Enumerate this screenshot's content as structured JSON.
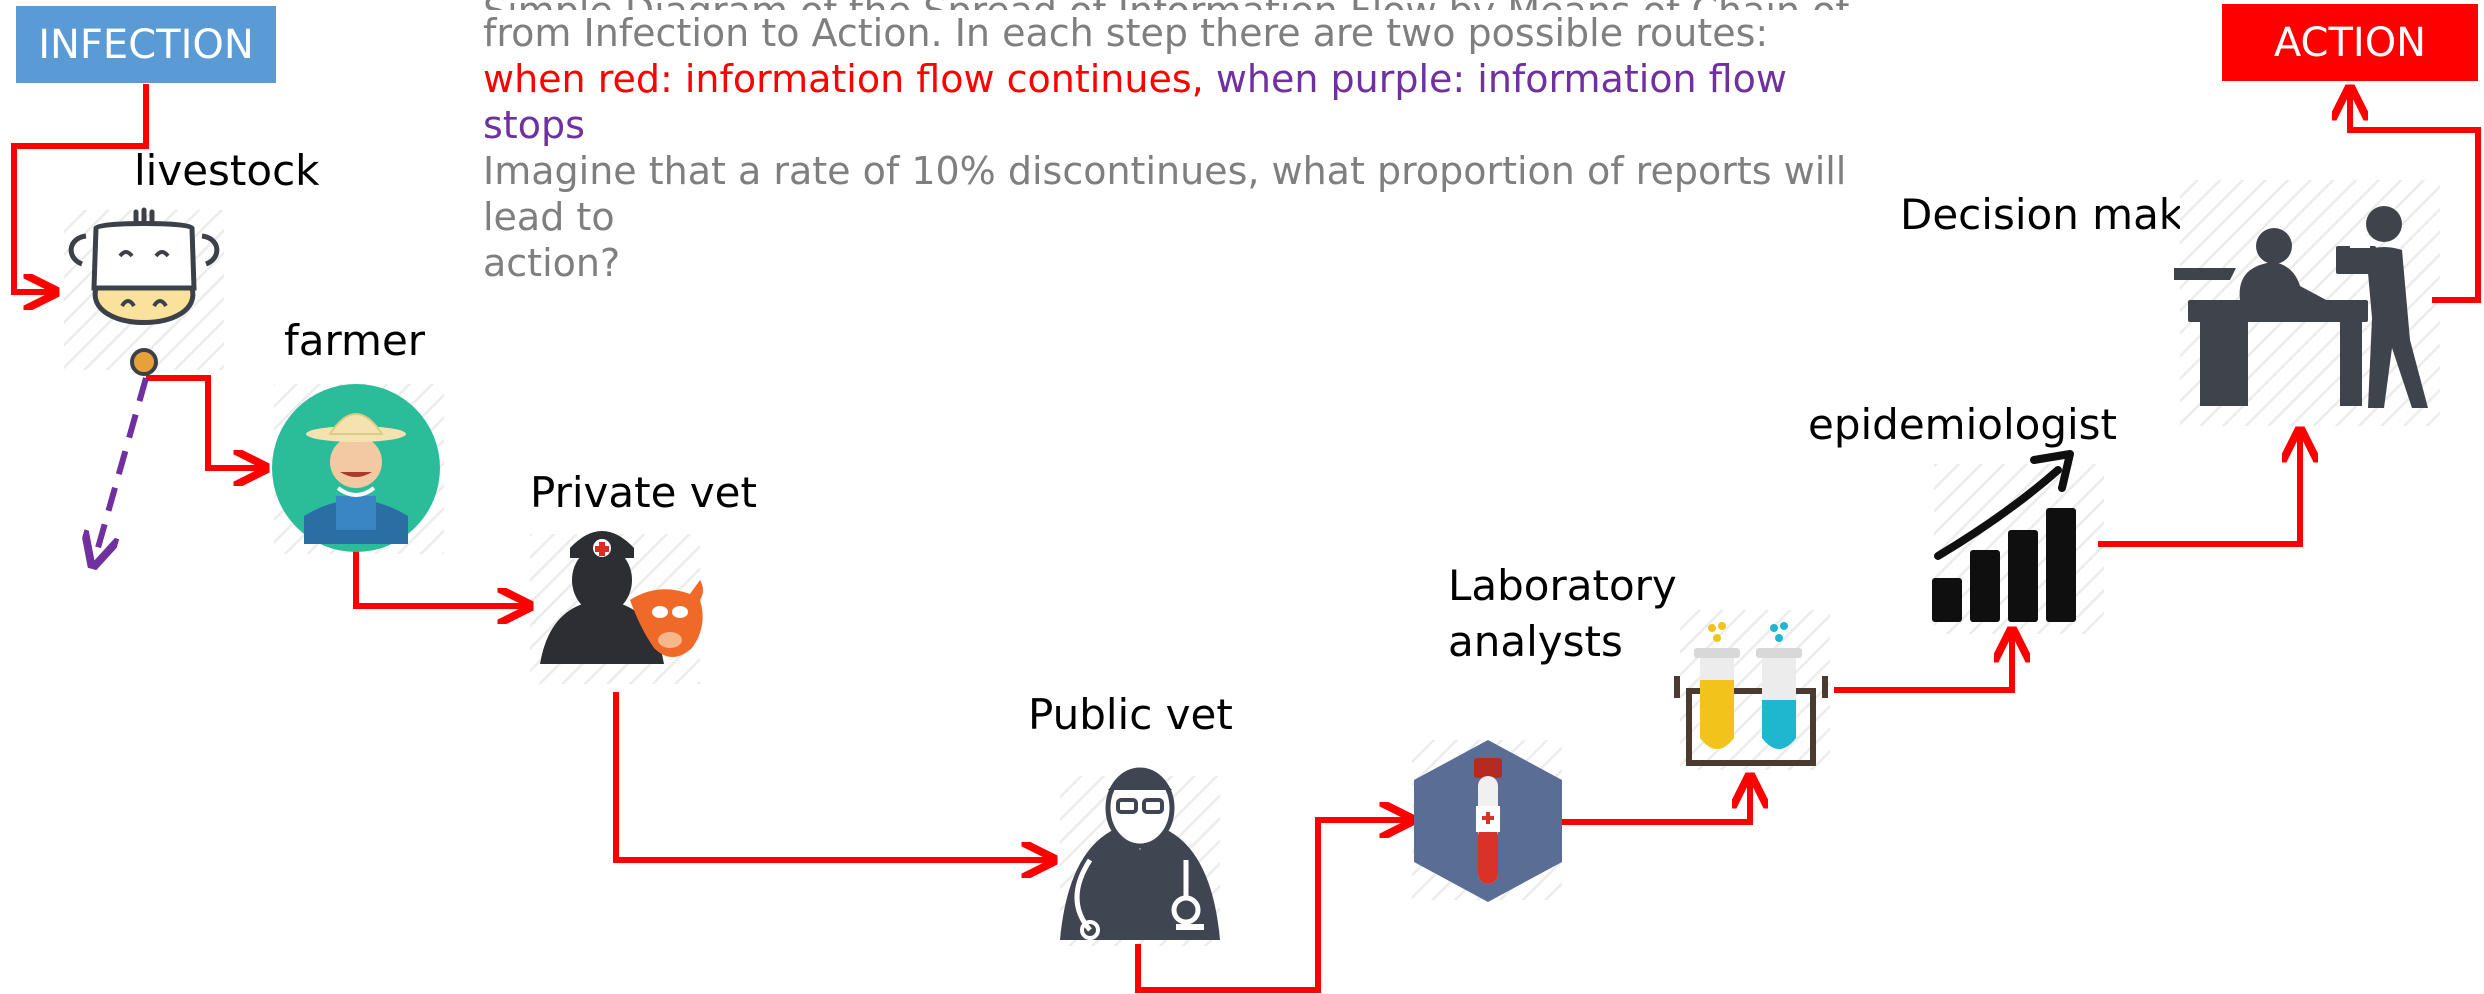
{
  "boxes": {
    "infection": "INFECTION",
    "action": "ACTION"
  },
  "intro": {
    "line0": "Simple Diagram of the Spread of Information Flow by Means of Chain of Reporting",
    "line1": "from Infection to Action. In each step there are two possible routes:",
    "line2_red": "when red: information flow continues,",
    "line2_purple": " when purple: information flow stops",
    "line3": "Imagine that a rate of 10% discontinues, what proportion of reports will lead to",
    "line4": "action?"
  },
  "nodes": {
    "livestock": "livestock",
    "farmer": "farmer",
    "private_vet": "Private vet",
    "public_vet": "Public vet",
    "laboratory_line1": "Laboratory",
    "laboratory_line2": "analysts",
    "epidemiologist": "epidemiologist",
    "decision_maker": "Decision maker"
  },
  "colors": {
    "continue": "#ff0000",
    "stop": "#7030a0",
    "infection_box": "#5b9bd5",
    "action_box": "#ff0000",
    "text_gray": "#7f7f7f"
  },
  "icons": [
    "cow-icon",
    "farmer-icon",
    "private-vet-icon",
    "public-vet-icon",
    "blood-sample-icon",
    "test-tubes-icon",
    "growth-chart-icon",
    "decision-maker-icon"
  ]
}
